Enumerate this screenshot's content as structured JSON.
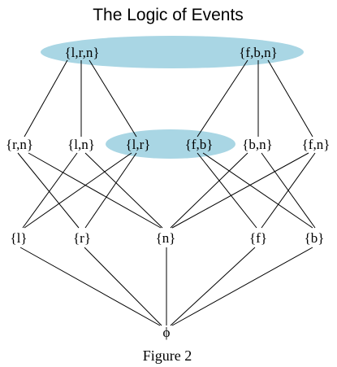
{
  "title": "The Logic of Events",
  "caption": "Figure 2",
  "highlight_color": "#a9d6e4",
  "nodes": {
    "lrn": "{l,r,n}",
    "fbn": "{f,b,n}",
    "rn": "{r,n}",
    "ln": "{l,n}",
    "lr": "{l,r}",
    "fb": "{f,b}",
    "bn": "{b,n}",
    "fn": "{f,n}",
    "l": "{l}",
    "r": "{r}",
    "n": "{n}",
    "f": "{f}",
    "b": "{b}",
    "empty": "ϕ"
  }
}
